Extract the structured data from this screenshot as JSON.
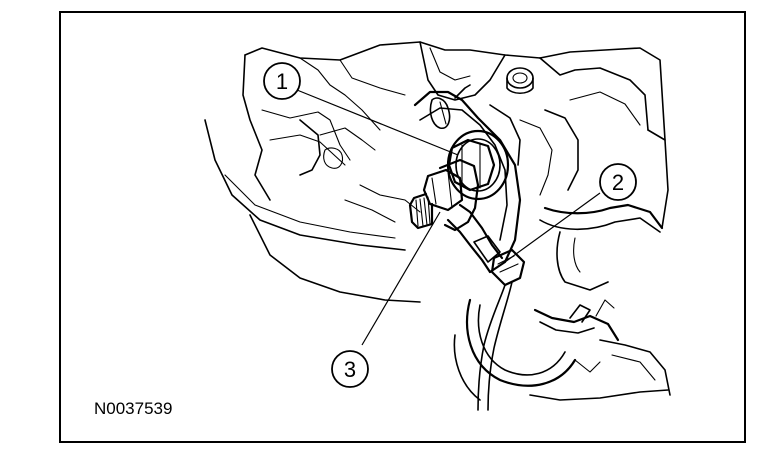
{
  "figure": {
    "id_label": "N0037539",
    "callouts": [
      {
        "number": "1"
      },
      {
        "number": "2"
      },
      {
        "number": "3"
      }
    ]
  }
}
